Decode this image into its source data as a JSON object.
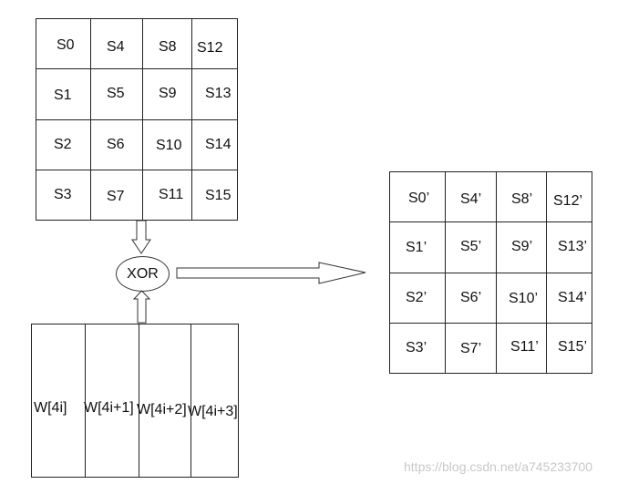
{
  "state_matrix": {
    "cells": [
      "S0",
      "S4",
      "S8",
      "S12",
      "S1",
      "S5",
      "S9",
      "S13",
      "S2",
      "S6",
      "S10",
      "S14",
      "S3",
      "S7",
      "S11",
      "S15"
    ]
  },
  "result_matrix": {
    "cells": [
      "S0’",
      "S4’",
      "S8’",
      "S12’",
      "S1’",
      "S5’",
      "S9’",
      "S13’",
      "S2’",
      "S6’",
      "S10’",
      "S14’",
      "S3’",
      "S7’",
      "S11’",
      "S15’"
    ]
  },
  "key_words": {
    "cells": [
      "W[4i]",
      "W[4i+1]",
      "W[4i+2]",
      "W[4i+3]"
    ]
  },
  "xor": {
    "label": "XOR"
  },
  "watermark": {
    "text": "https://blog.csdn.net/a745233700"
  }
}
